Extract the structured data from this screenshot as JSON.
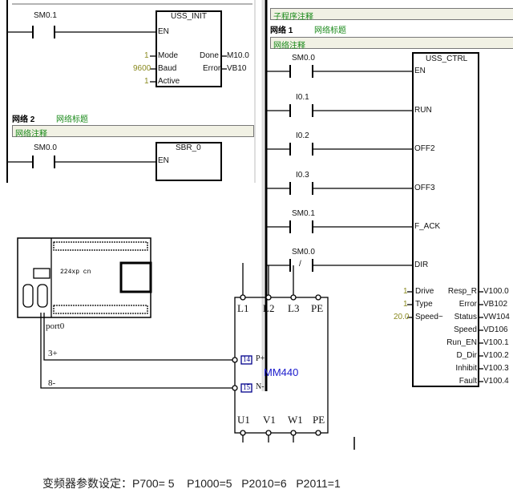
{
  "left_panel": {
    "network1": {
      "contact": "SM0.1",
      "block": "USS_INIT",
      "en": "EN",
      "inputs": [
        {
          "value": "1",
          "pin": "Mode"
        },
        {
          "value": "9600",
          "pin": "Baud"
        },
        {
          "value": "1",
          "pin": "Active"
        }
      ],
      "outputs": [
        {
          "pin": "Done",
          "value": "M10.0"
        },
        {
          "pin": "Error",
          "value": "VB10"
        }
      ]
    },
    "network2": {
      "label": "网络 2",
      "title": "网络标题",
      "comment": "网络注释",
      "contact": "SM0.0",
      "block": "SBR_0",
      "en": "EN"
    }
  },
  "right_panel": {
    "sub_comment": "子程序注释",
    "network_label": "网络 1",
    "network_title": "网络标题",
    "network_comment": "网络注释",
    "block": "USS_CTRL",
    "rungs": [
      {
        "contact": "SM0.0",
        "pin": "EN"
      },
      {
        "contact": "I0.1",
        "pin": "RUN"
      },
      {
        "contact": "I0.2",
        "pin": "OFF2"
      },
      {
        "contact": "I0.3",
        "pin": "OFF3"
      },
      {
        "contact": "SM0.1",
        "pin": "F_ACK"
      },
      {
        "contact": "SM0.0",
        "pin": "DIR",
        "negated": "/"
      }
    ],
    "inputs": [
      {
        "value": "1",
        "pin": "Drive"
      },
      {
        "value": "1",
        "pin": "Type"
      },
      {
        "value": "20.0",
        "pin": "Speed~"
      }
    ],
    "outputs": [
      {
        "pin": "Resp_R",
        "value": "V100.0"
      },
      {
        "pin": "Error",
        "value": "VB102"
      },
      {
        "pin": "Status",
        "value": "VW104"
      },
      {
        "pin": "Speed",
        "value": "VD106"
      },
      {
        "pin": "Run_EN",
        "value": "V100.1"
      },
      {
        "pin": "D_Dir",
        "value": "V100.2"
      },
      {
        "pin": "Inhibit",
        "value": "V100.3"
      },
      {
        "pin": "Fault",
        "value": "V100.4"
      }
    ]
  },
  "wiring": {
    "plc_label": "224xp cn",
    "port": "port0",
    "wire1": "3+",
    "wire2": "8-",
    "drive": "MM440",
    "term1": "14",
    "term1_label": "P+",
    "term2": "15",
    "term2_label": "N-",
    "top_terminals": [
      "L1",
      "L2",
      "L3",
      "PE"
    ],
    "bottom_terminals": [
      "U1",
      "V1",
      "W1",
      "PE"
    ]
  },
  "footer": "变频器参数设定：P700= 5    P1000=5   P2010=6   P2011=1"
}
